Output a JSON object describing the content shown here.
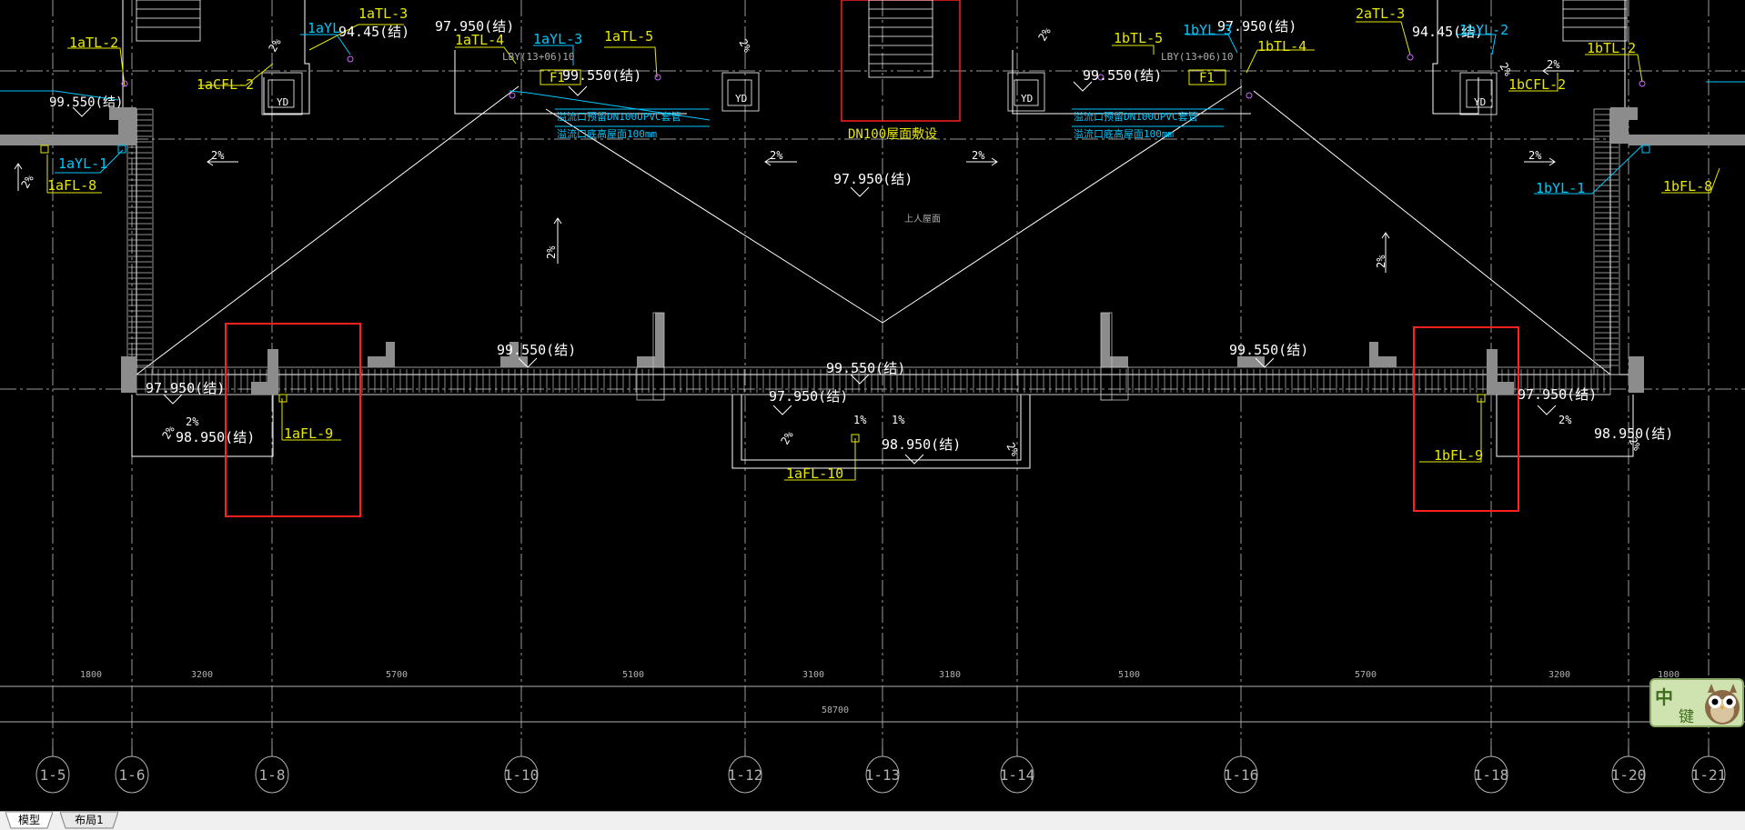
{
  "tabs": [
    {
      "label": "模型",
      "active": true
    },
    {
      "label": "布局1",
      "active": false
    }
  ],
  "colors": {
    "background": "#000000",
    "grid_line": "#9a9a9a",
    "wall": "#8c8c8c",
    "pipe_yellow": "#e8e800",
    "pipe_cyan": "#00c8ff",
    "text_white": "#ffffff",
    "highlight_red": "#ff2020"
  },
  "axes": [
    {
      "label": "1-5"
    },
    {
      "label": "1-6"
    },
    {
      "label": "1-8"
    },
    {
      "label": "1-10"
    },
    {
      "label": "1-12"
    },
    {
      "label": "1-13"
    },
    {
      "label": "1-14"
    },
    {
      "label": "1-16"
    },
    {
      "label": "1-18"
    },
    {
      "label": "1-20"
    },
    {
      "label": "1-21"
    }
  ],
  "dimensions": {
    "segments": [
      "1800",
      "3200",
      "5700",
      "5100",
      "3100",
      "3180",
      "5100",
      "5700",
      "3200",
      "1800"
    ],
    "total": "58700"
  },
  "elevations": {
    "top_left_99550": "99.550(结)",
    "top_97950_left": "97.950(结)",
    "top_9445_left": "94.45(结)",
    "f1_99550_left": "99.550(结)",
    "top_97950_right": "97.950(结)",
    "top_9445_right": "94.45(结)",
    "f1_99550_right": "99.550(结)",
    "center_97950": "97.950(结)",
    "left_99550_mid": "99.550(结)",
    "center_99550": "99.550(结)",
    "right_99550_mid": "99.550(结)",
    "left_97950_low": "97.950(结)",
    "left_98950_low": "98.950(结)",
    "center_97950_low": "97.950(结)",
    "center_98950_low": "98.950(结)",
    "right_97950_low": "97.950(结)",
    "right_98950_low": "98.950(结)"
  },
  "pipe_labels": {
    "1aTL-3": "1aTL-3",
    "1aTL-2": "1aTL-2",
    "1aYL": "1aYL",
    "1aTL-4": "1aTL-4",
    "1aYL-3": "1aYL-3",
    "1aTL-5": "1aTL-5",
    "1aCFL-2": "1aCFL-2",
    "1aYL-1": "1aYL-1",
    "1aFL-8": "1aFL-8",
    "1aFL-9": "1aFL-9",
    "1aFL-10": "1aFL-10",
    "1bTL-5": "1bTL-5",
    "1bYL-3": "1bYL-3",
    "1bTL-4": "1bTL-4",
    "2aTL-3": "2aTL-3",
    "1bYL-2": "1bYL-2",
    "1bTL-2": "1bTL-2",
    "1bCFL-2": "1bCFL-2",
    "1bYL-1": "1bYL-1",
    "1bFL-8": "1bFL-8",
    "1bFL-9": "1bFL-9"
  },
  "annotations": {
    "lby_left": "LBY(13+06)10",
    "lby_right": "LBY(13+06)10",
    "f1": "F1",
    "yd": "YD",
    "dn100_note": "DN100屋面敷设",
    "roof_note": "上人屋面",
    "overflow_note_left_1": "溢流口预留DN100UPVC套管",
    "overflow_note_left_2": "溢流口底高屋面100mm",
    "overflow_note_right_1": "溢流口预留DN100UPVC套管",
    "overflow_note_right_2": "溢流口底高屋面100mm",
    "slope_2": "2%",
    "slope_1": "1%"
  },
  "ime": {
    "main": "中",
    "sub": "键"
  }
}
